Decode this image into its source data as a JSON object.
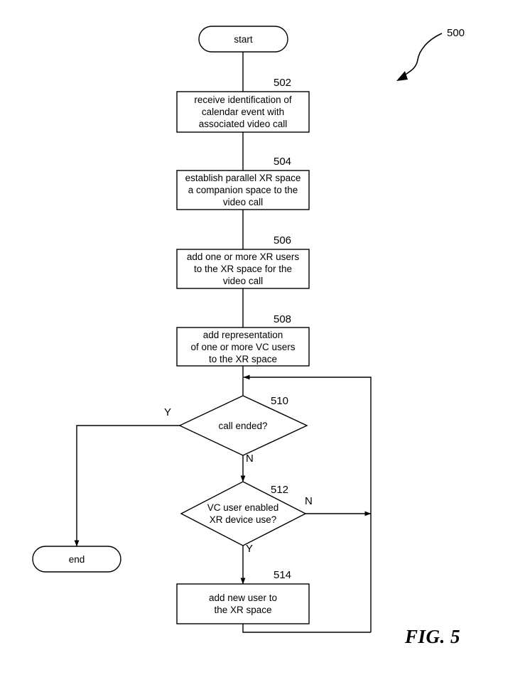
{
  "figure": {
    "caption": "FIG. 5",
    "reference_numeral": "500"
  },
  "flowchart": {
    "nodes": [
      {
        "id": "start",
        "shape": "terminal",
        "label": "start",
        "ref": ""
      },
      {
        "id": "n502",
        "shape": "process",
        "label": "receive identification of\ncalendar event with\nassociated video call",
        "ref": "502"
      },
      {
        "id": "n504",
        "shape": "process",
        "label": "establish parallel XR space\na companion space to the\nvideo call",
        "ref": "504"
      },
      {
        "id": "n506",
        "shape": "process",
        "label": "add one or more XR users\nto the XR space for the\nvideo call",
        "ref": "506"
      },
      {
        "id": "n508",
        "shape": "process",
        "label": "add representation\nof one or more VC users\nto the XR space",
        "ref": "508"
      },
      {
        "id": "n510",
        "shape": "decision",
        "label": "call ended?",
        "ref": "510"
      },
      {
        "id": "n512",
        "shape": "decision",
        "label": "VC user enabled\nXR device use?",
        "ref": "512"
      },
      {
        "id": "n514",
        "shape": "process",
        "label": "add new user to\nthe XR space",
        "ref": "514"
      },
      {
        "id": "end",
        "shape": "terminal",
        "label": "end",
        "ref": ""
      }
    ],
    "branch_labels": {
      "n510_yes": "Y",
      "n510_no": "N",
      "n512_yes": "Y",
      "n512_no": "N"
    }
  },
  "style": {
    "line_color": "#000000",
    "text_color": "#000000",
    "background": "#ffffff"
  }
}
